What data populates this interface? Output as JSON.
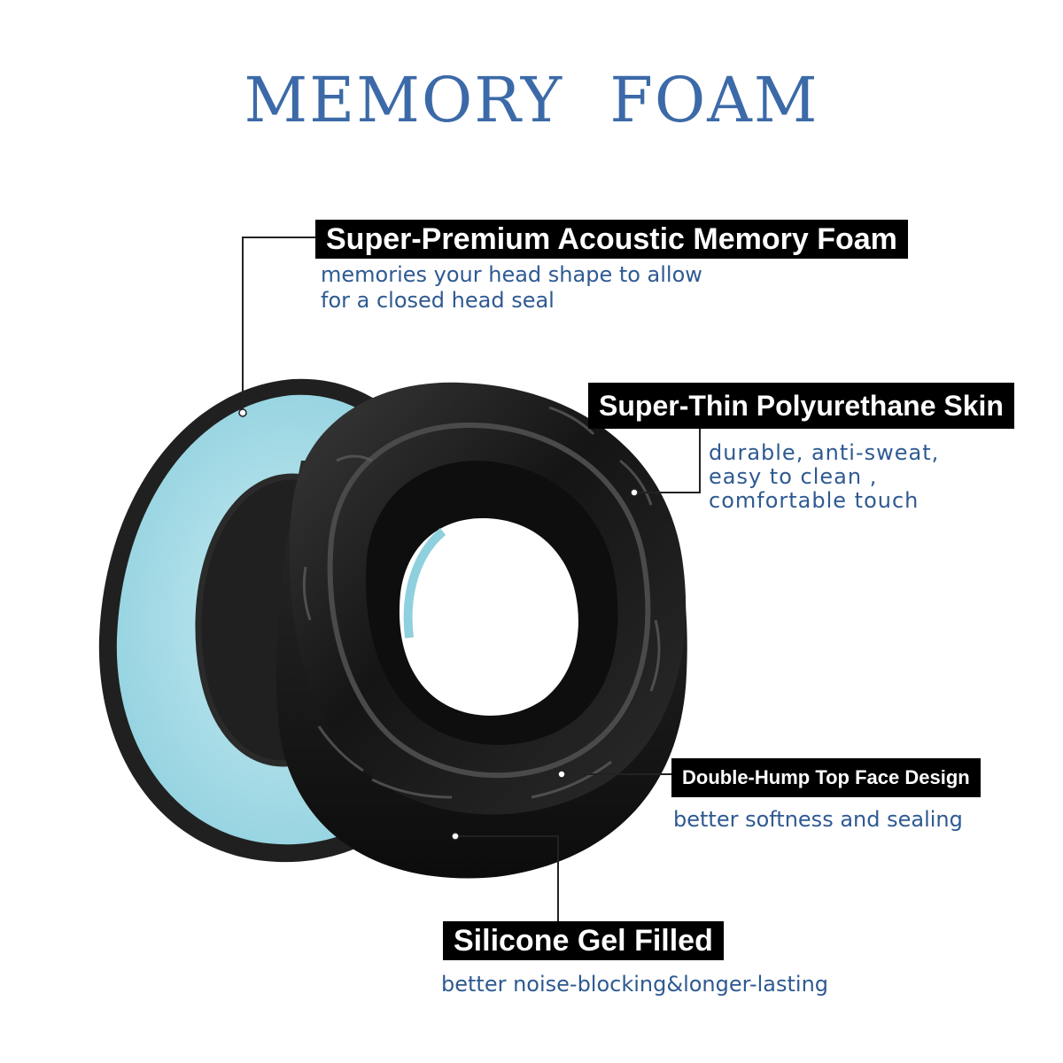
{
  "title": "MEMORY  FOAM",
  "callouts": {
    "foam": {
      "label": "Super-Premium Acoustic Memory Foam",
      "desc": [
        "memories your head shape to allow",
        "for a closed head seal"
      ]
    },
    "skin": {
      "label": "Super-Thin Polyurethane Skin",
      "desc": [
        "durable, anti-sweat,",
        "easy to clean ,",
        "comfortable touch"
      ]
    },
    "hump": {
      "label": "Double-Hump Top Face Design",
      "desc": [
        "better softness and sealing"
      ]
    },
    "gel": {
      "label": "Silicone Gel Filled",
      "desc": [
        "better noise-blocking&longer-lasting"
      ]
    }
  },
  "colors": {
    "title": "#3c6aa8",
    "description": "#2e5a92",
    "label_bg": "#000000",
    "foam": "#a9dde8",
    "pad": "#1a1a1a"
  }
}
